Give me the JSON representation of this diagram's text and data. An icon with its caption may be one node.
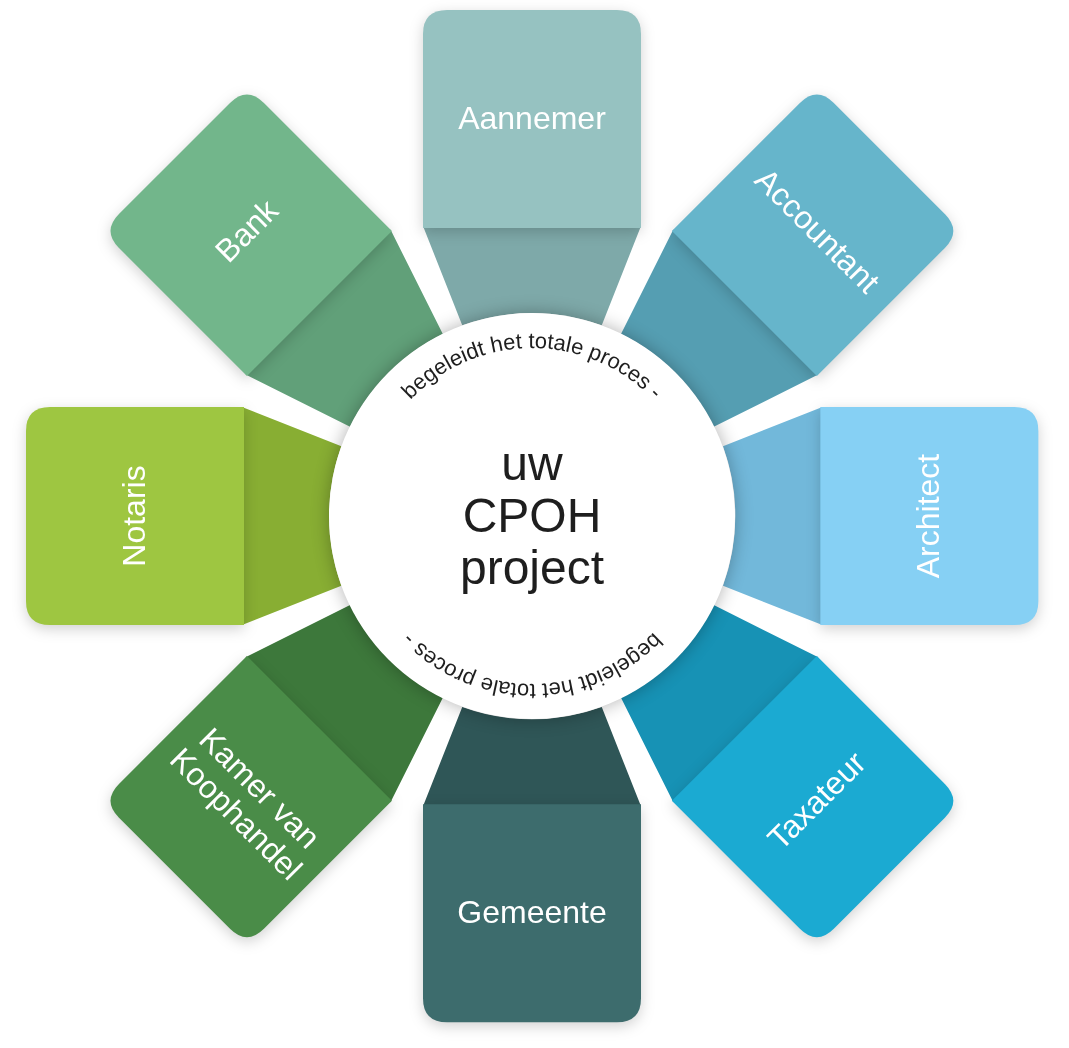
{
  "diagram": {
    "nodes": [
      {
        "text": [
          "begeleidt het totale proces -",
          "uw CPOH project",
          "begeleidt het totale proces -"
        ]
      },
      {
        "text": [
          "Aannemer"
        ]
      },
      {
        "text": [
          "Accountant"
        ]
      },
      {
        "text": [
          "Architect"
        ]
      },
      {
        "text": [
          "Taxateur"
        ]
      },
      {
        "text": [
          "Gemeente"
        ]
      },
      {
        "text": [
          "Kamer van Koophandel"
        ]
      },
      {
        "text": [
          "Notaris"
        ]
      },
      {
        "text": [
          "Bank"
        ]
      }
    ]
  }
}
